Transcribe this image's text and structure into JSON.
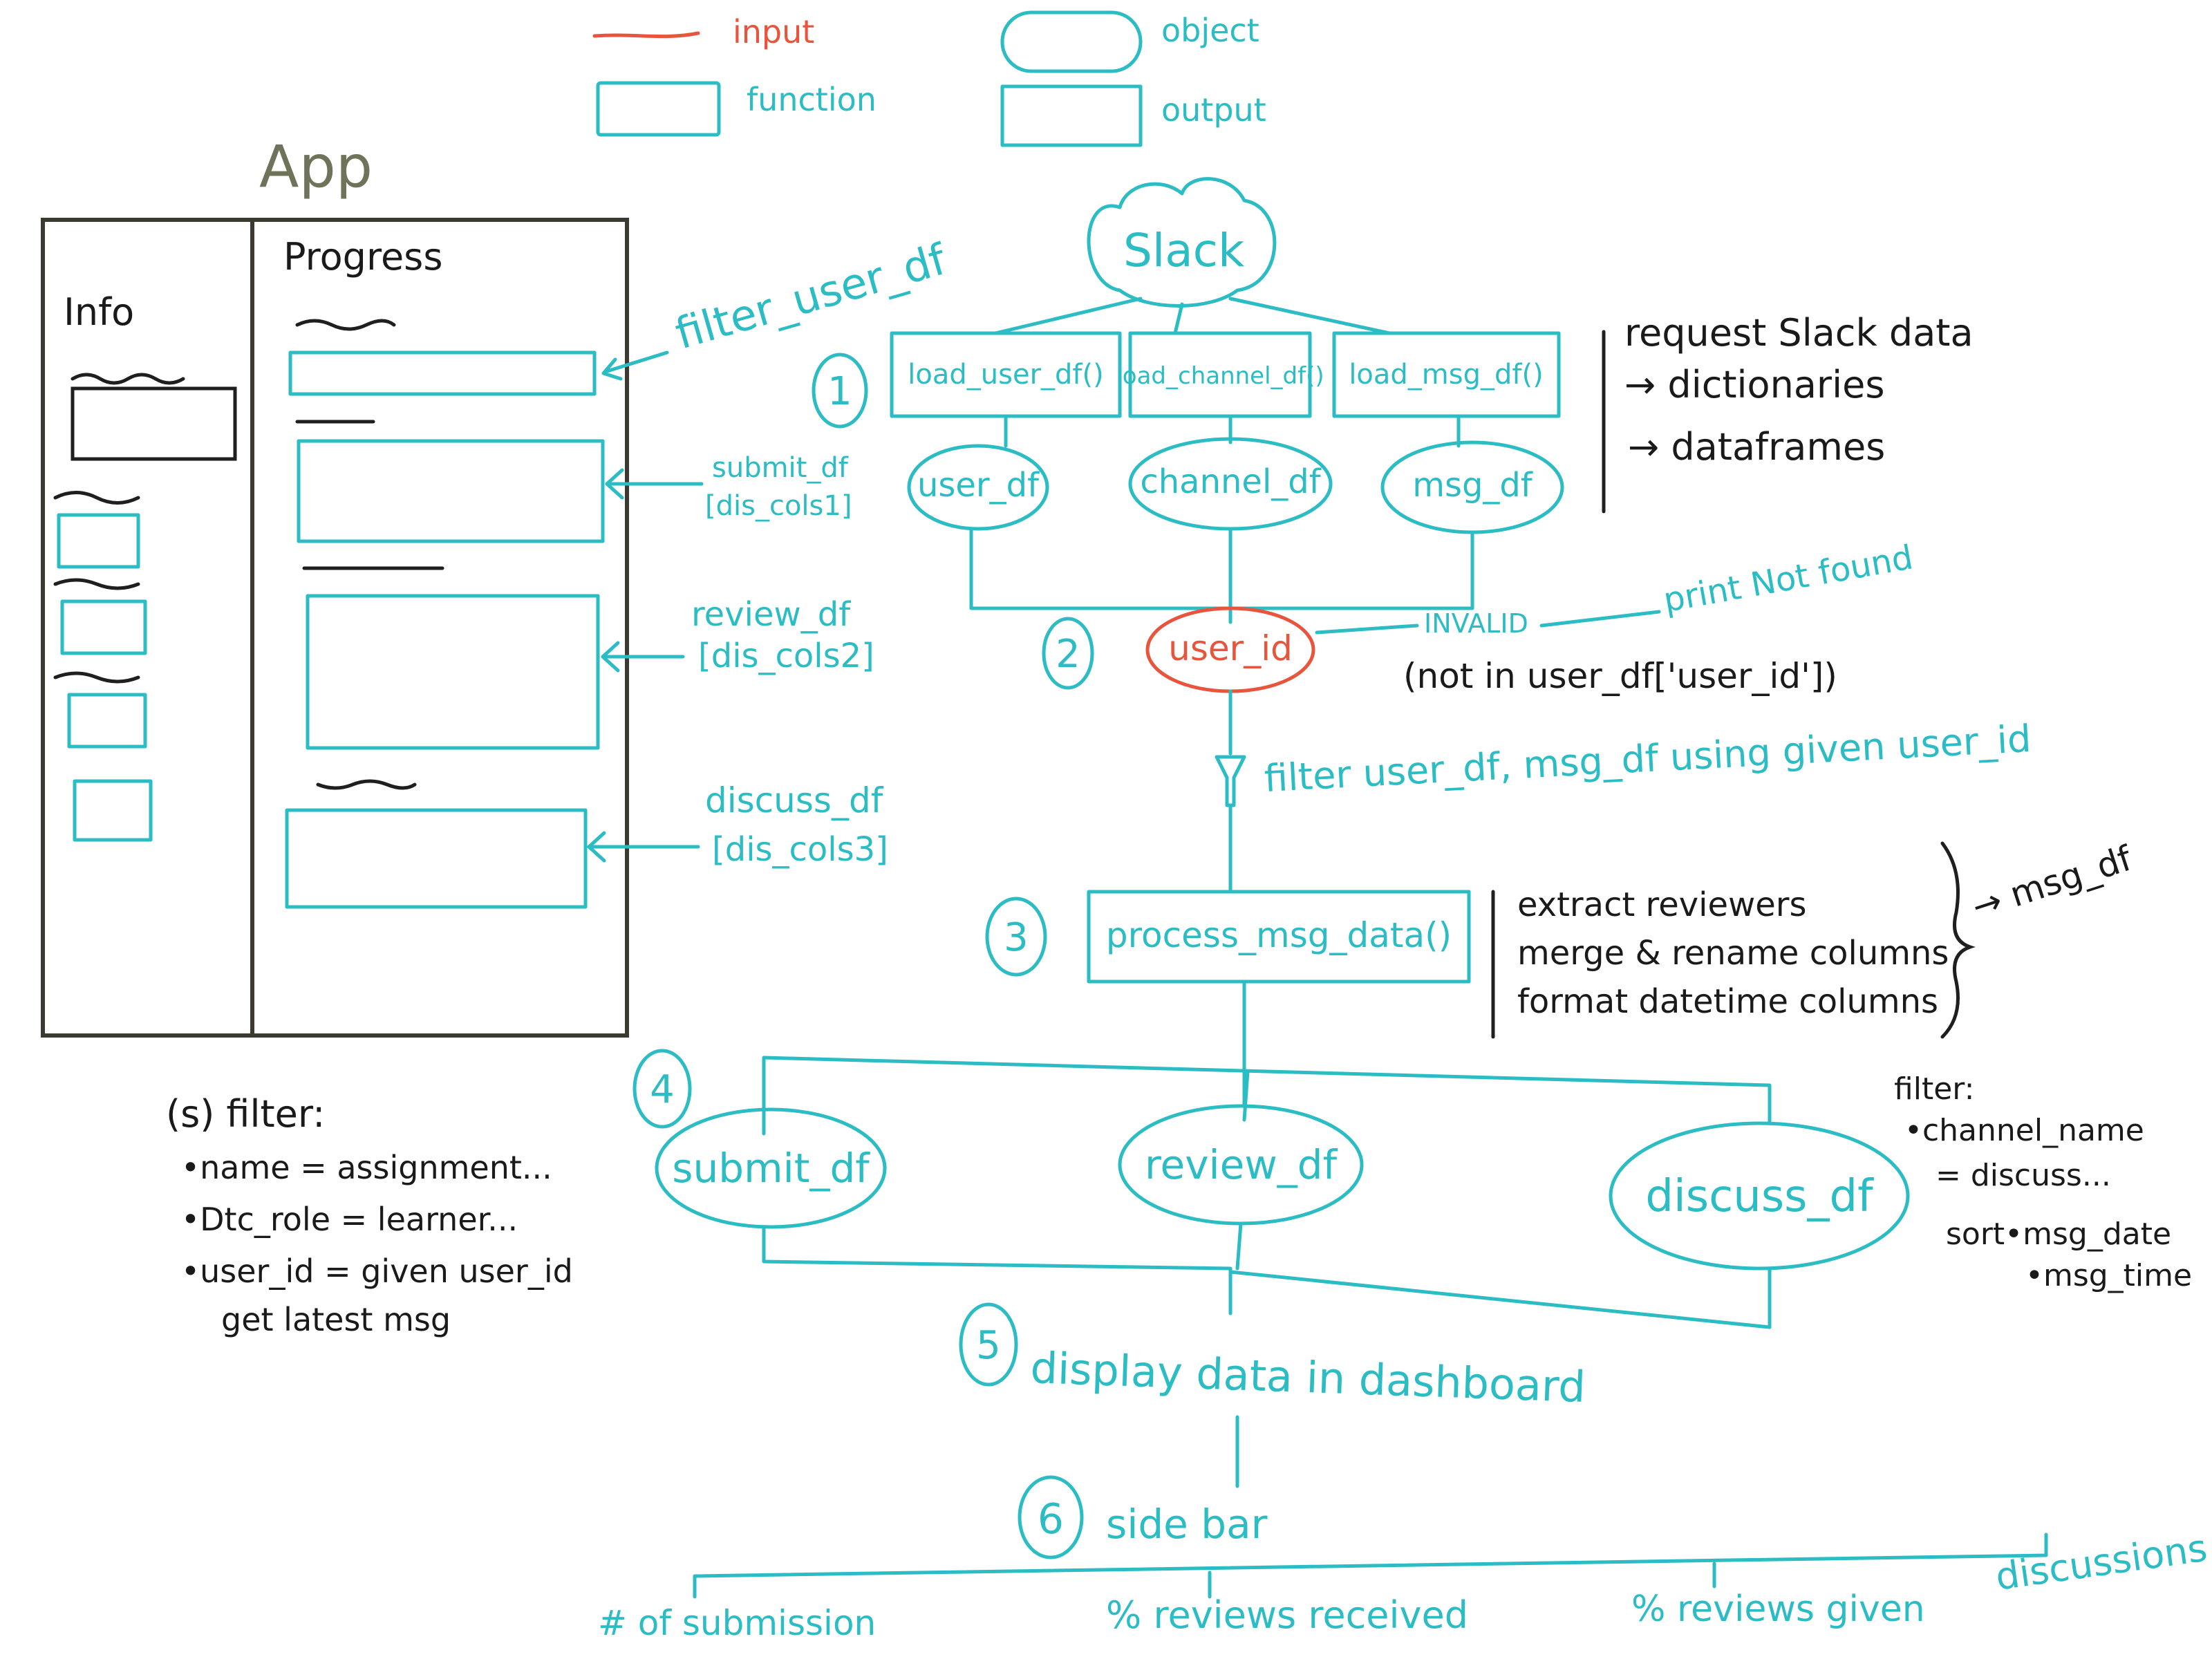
{
  "legend": {
    "input": "input",
    "object": "object",
    "function": "function",
    "output": "output"
  },
  "app": {
    "title": "App",
    "info": "Info",
    "progress": "Progress"
  },
  "app_labels": {
    "filter_user_df": "filter_user_df",
    "submit_df": "submit_df",
    "submit_cols": "[dis_cols1]",
    "review_df": "review_df",
    "review_cols": "[dis_cols2]",
    "discuss_df": "discuss_df",
    "discuss_cols": "[dis_cols3]"
  },
  "flow": {
    "source": "Slack",
    "loaders": [
      "load_user_df()",
      "load_channel_df()",
      "load_msg_df()"
    ],
    "frames": [
      "user_df",
      "channel_df",
      "msg_df"
    ],
    "request_note": [
      "request Slack data",
      "→ dictionaries",
      "→ dataframes"
    ],
    "input": "user_id",
    "invalid": "INVALID",
    "print_not_found": "print Not found",
    "not_in": "(not in user_df['user_id'])",
    "filter_step": "filter user_df, msg_df using given user_id",
    "process": "process_msg_data()",
    "process_notes": [
      "extract reviewers",
      "merge & rename columns",
      "format datetime columns"
    ],
    "process_out": "→ msg_df",
    "outputs": [
      "submit_df",
      "review_df",
      "discuss_df"
    ],
    "submit_filter": [
      "(s) filter:",
      "•name = assignment...",
      "•Dtc_role = learner...",
      "•user_id = given user_id",
      "get latest msg"
    ],
    "discuss_filter": [
      "filter:",
      "•channel_name",
      "= discuss...",
      "sort•msg_date",
      "•msg_time"
    ],
    "display": "display data in dashboard",
    "sidebar": "side bar",
    "sidebar_items": [
      "# of submission",
      "% reviews received",
      "% reviews given",
      "discussions"
    ]
  },
  "steps": [
    "1",
    "2",
    "3",
    "4",
    "5",
    "6"
  ],
  "colors": {
    "teal": "#2bbcc4",
    "input_red": "#e8553c",
    "output_magenta": "#c323b4",
    "ink": "#1a1a1a",
    "app_frame": "#6e7359"
  }
}
